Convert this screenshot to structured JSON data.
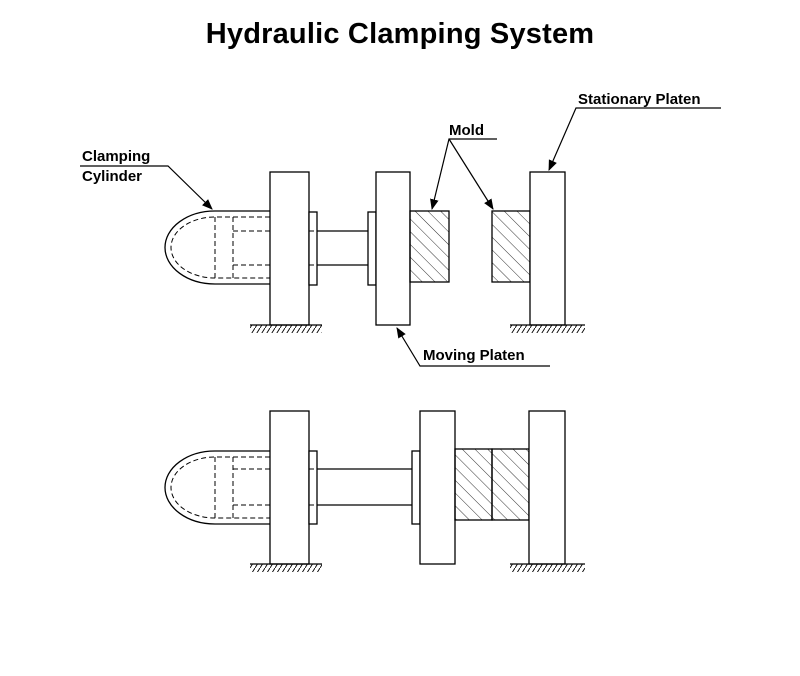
{
  "title": "Hydraulic Clamping System",
  "labels": {
    "clamping_cylinder_line1": "Clamping",
    "clamping_cylinder_line2": "Cylinder",
    "mold": "Mold",
    "stationary_platen": "Stationary Platen",
    "moving_platen": "Moving Platen"
  },
  "states": [
    "open",
    "closed"
  ],
  "colors": {
    "line": "#000000",
    "background": "#ffffff"
  }
}
